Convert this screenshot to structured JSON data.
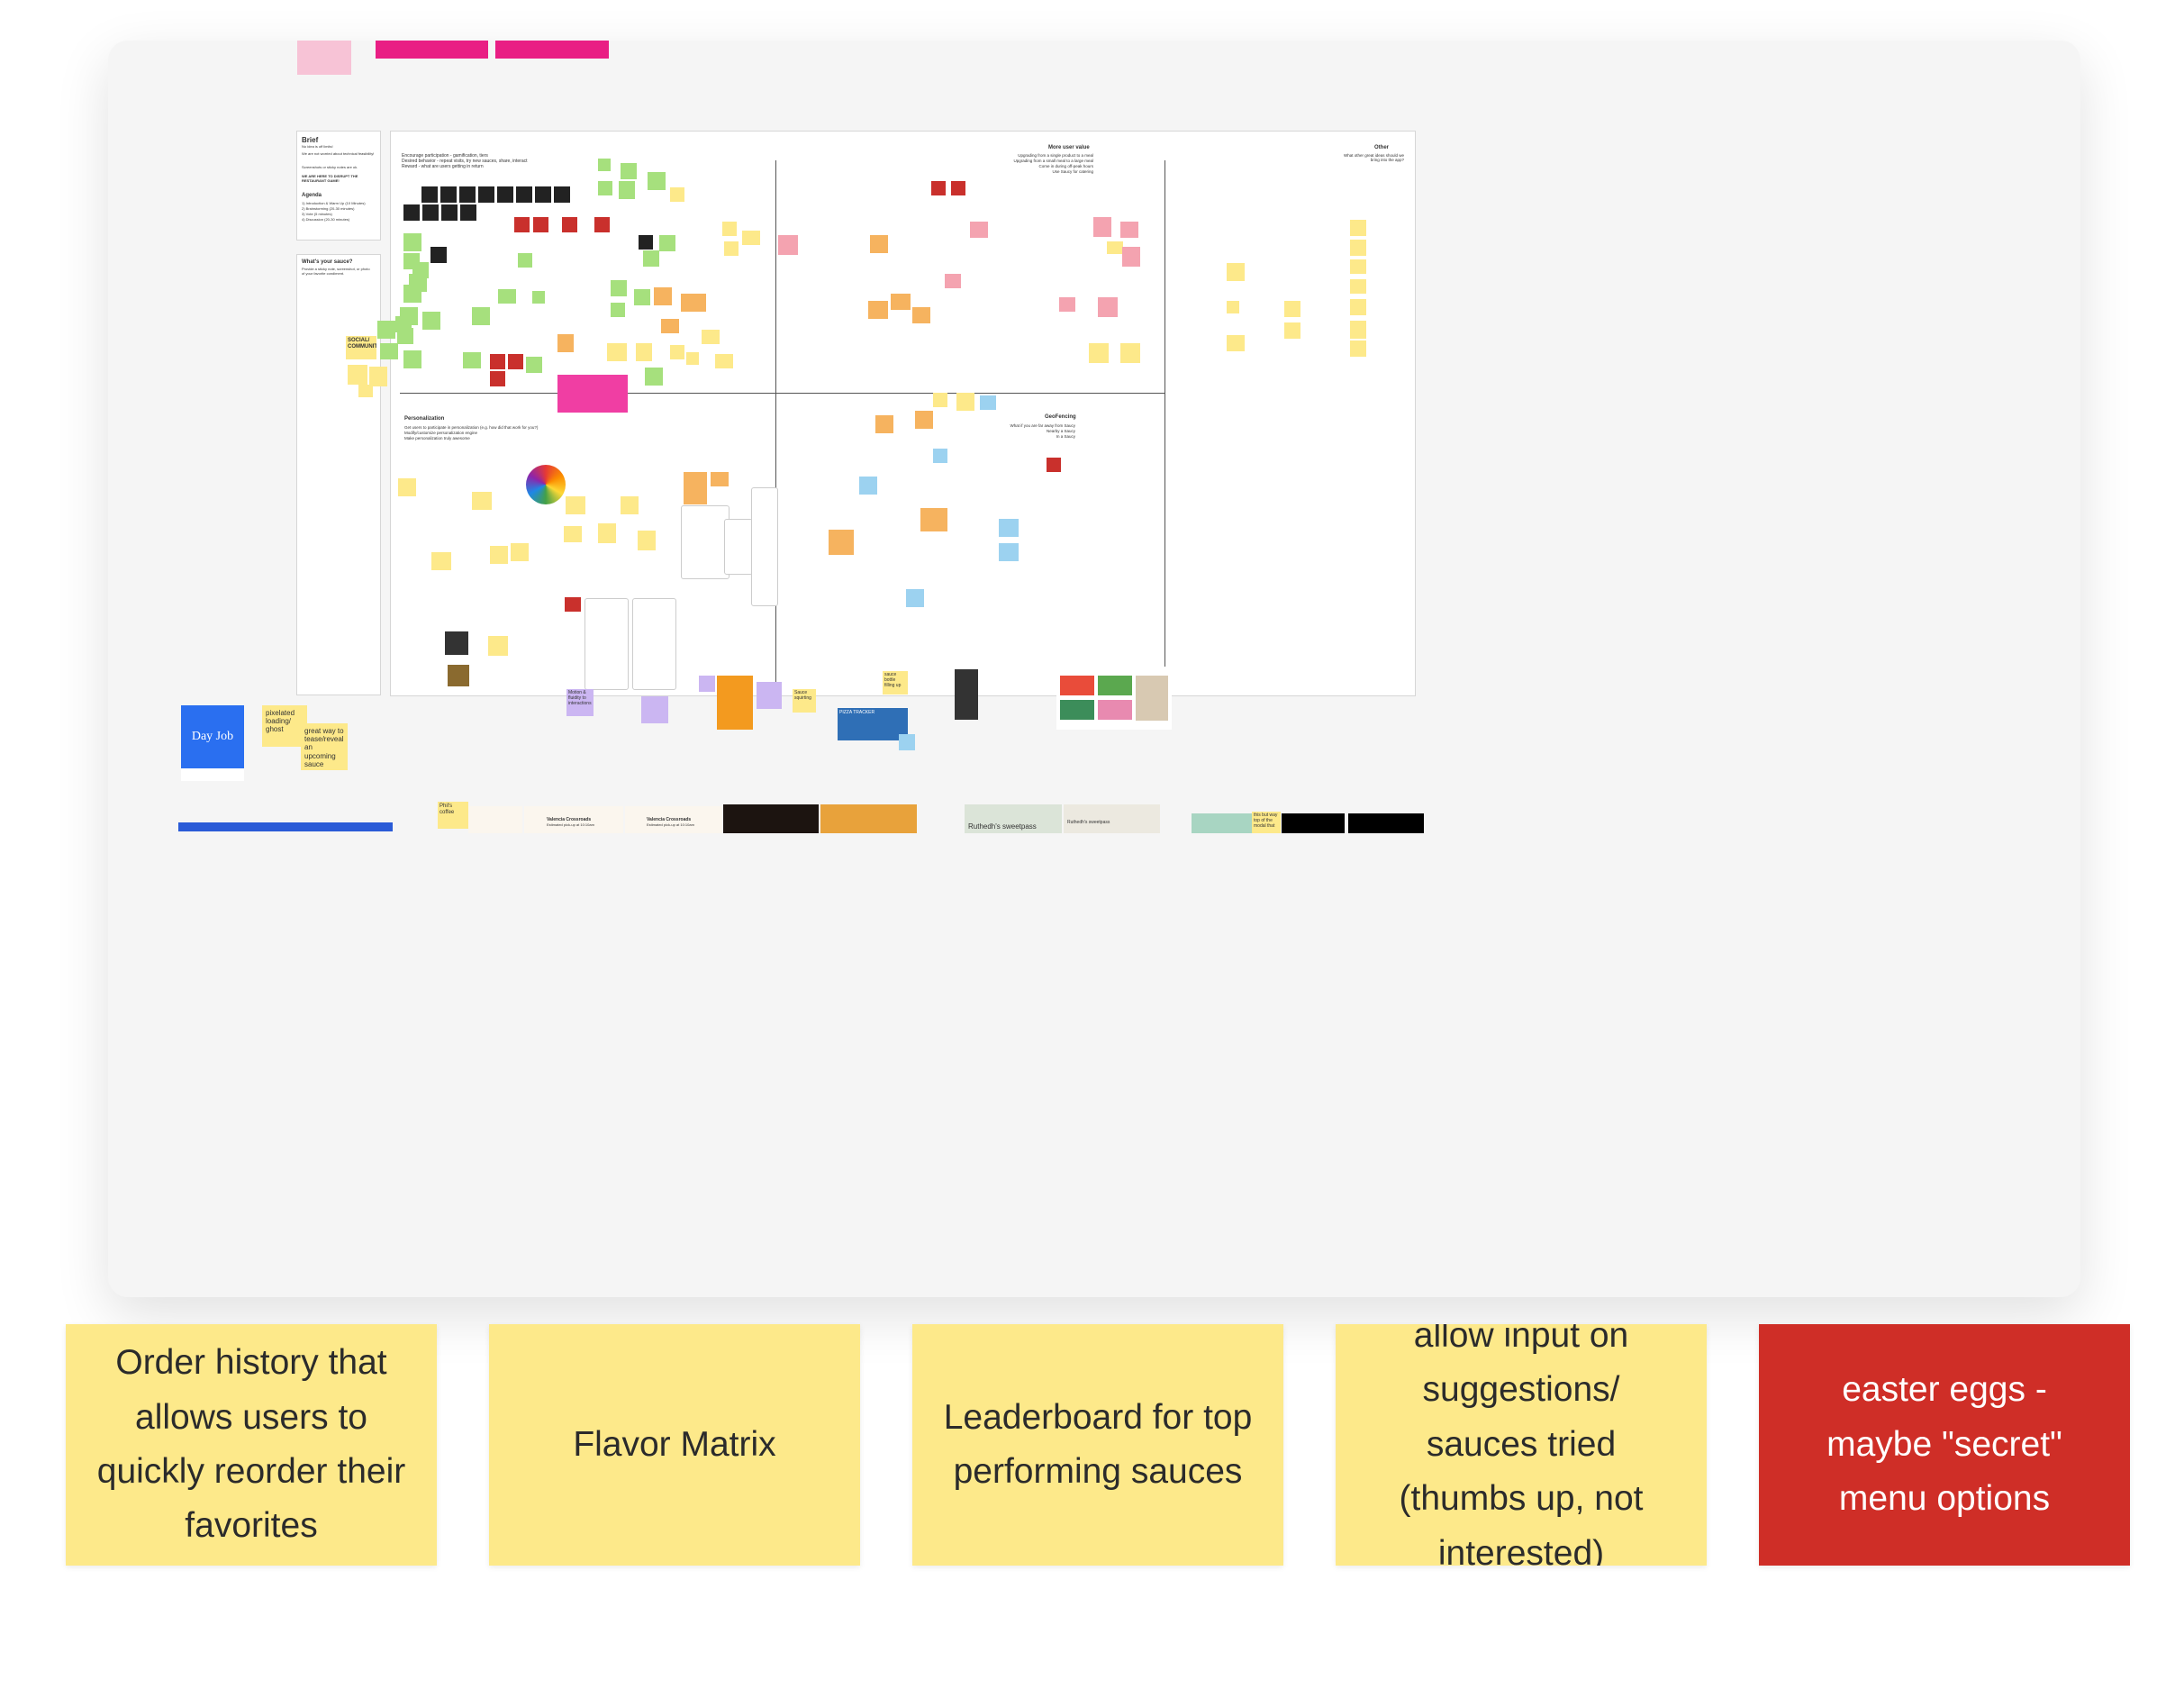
{
  "colors": {
    "yellow": "#fde98a",
    "red": "#cf2e27",
    "green": "#a6e07d",
    "orange": "#f6b35f",
    "pink": "#f4a3b0",
    "blue": "#9cd2f0",
    "purple": "#cbb6f2"
  },
  "board": {
    "brief": {
      "title": "Brief",
      "lines": [
        "No idea is off limits!",
        "We are not worried about technical feasibility!",
        "Screenshots or sticky notes are ok.",
        "WE ARE HERE TO DISRUPT THE RESTAURANT GAME!"
      ],
      "agenda_title": "Agenda",
      "agenda": [
        "1) Introduction & Warm Up (10 Minutes)",
        "2) Brainstorming (20-30 minutes)",
        "3) Vote (5 minutes)",
        "4) Discussion (20-30 minutes)"
      ]
    },
    "sauce_prompt": {
      "title": "What's your sauce?",
      "body": "Provide a sticky note, screenshot, or photo of your favorite condiment."
    },
    "quadrants": {
      "top_left": {
        "title": "",
        "lines": [
          "Encourage participation - gamification, tiers",
          "Desired behavior - repeat visits, try new sauces, share, interact",
          "Reward - what are users getting in return"
        ]
      },
      "top_right": {
        "title": "More user value",
        "lines": [
          "Upgrading from a single product to a meal",
          "Upgrading from a small meal to a large meal",
          "Come in during off-peak hours",
          "Use Saucy for catering"
        ]
      },
      "other": {
        "title": "Other",
        "lines": [
          "What other great ideas should we bring into the app?"
        ]
      },
      "bottom_left": {
        "title": "Personalization",
        "lines": [
          "Get users to participate in personalization (e.g. how did that work for you?)",
          "Modify/customize personalization engine",
          "Make personalization truly awesome"
        ]
      },
      "bottom_right": {
        "title": "GeoFencing",
        "lines": [
          "What if you are far away from Saucy",
          "Nearby a Saucy",
          "In a Saucy"
        ]
      }
    },
    "social_label": "SOCIAL/ COMMUNITY",
    "day_job_label": "Day Job",
    "pixelated_note": "pixelated loading/ ghost",
    "tease_note": "great way to tease/reveal an upcoming sauce",
    "motion_note": "Motion & fluidity to interactions",
    "sauce_squirting": "Sauce squirting",
    "sauce_bottle": "sauce bottle filling up",
    "pizza_tracker": "PIZZA TRACKER",
    "phils_coffee": "Phil's coffee",
    "valencia_1": "Valencia Crossroads",
    "valencia_2": "Valencia Crossroads",
    "pickup_1": "Estimated pick-up at 10:10am",
    "pickup_2": "Estimated pick-up at 10:10am",
    "sweetpass_1": "Ruthedh's sweetpass",
    "sweetpass_2": "Ruthedh's sweetpass",
    "modal_note": "this but way top of the modal that"
  },
  "bottom_notes": [
    {
      "text": "Order history that allows users to quickly reorder their favorites",
      "color": "yellow"
    },
    {
      "text": "Flavor Matrix",
      "color": "yellow"
    },
    {
      "text": "Leaderboard for top performing sauces",
      "color": "yellow"
    },
    {
      "text": "allow input on suggestions/ sauces tried (thumbs up, not interested)",
      "color": "yellow"
    },
    {
      "text": "easter eggs - maybe \"secret\" menu options",
      "color": "red"
    }
  ]
}
